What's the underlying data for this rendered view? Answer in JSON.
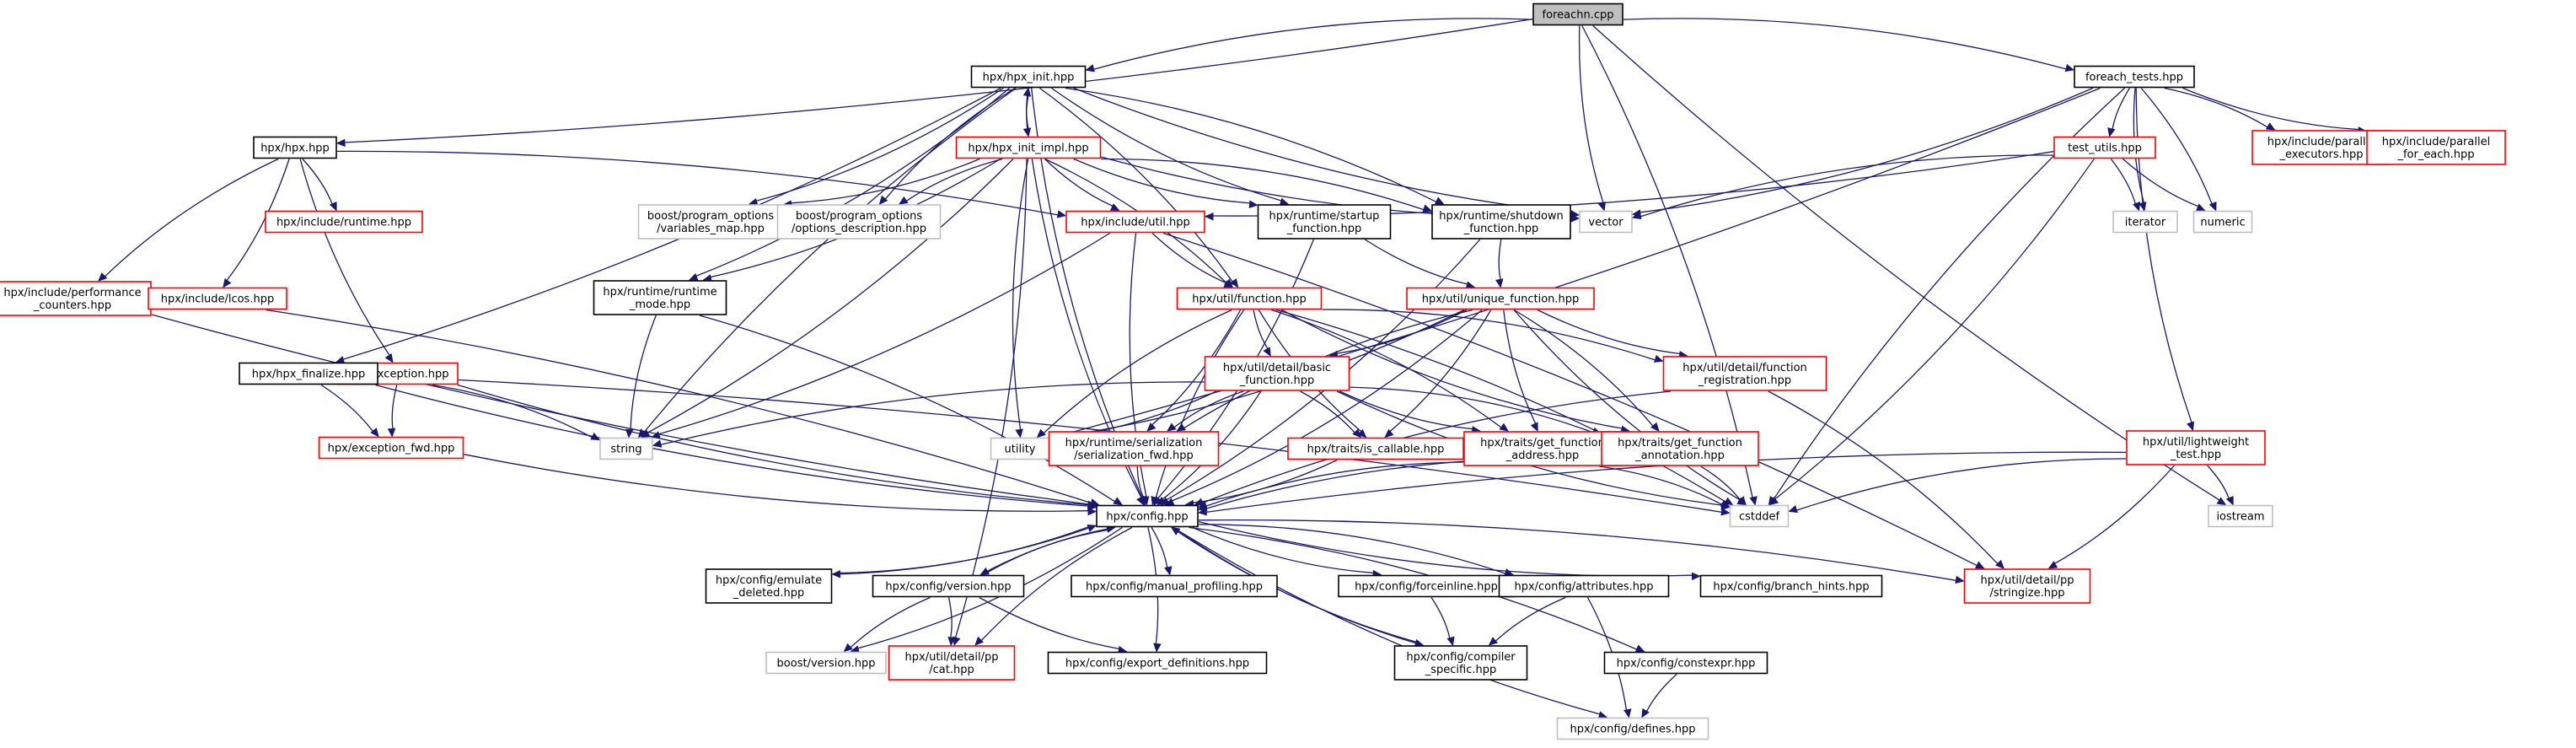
{
  "nodes": [
    {
      "id": "root",
      "lines": [
        "foreachn.cpp"
      ],
      "style": "root"
    },
    {
      "id": "hpx_hpx",
      "lines": [
        "hpx/hpx.hpp"
      ],
      "style": "black"
    },
    {
      "id": "hpx_init",
      "lines": [
        "hpx/hpx_init.hpp"
      ],
      "style": "black"
    },
    {
      "id": "foreach_tests",
      "lines": [
        "foreach_tests.hpp"
      ],
      "style": "black"
    },
    {
      "id": "hpx_init_impl",
      "lines": [
        "hpx/hpx_init_impl.hpp"
      ],
      "style": "red"
    },
    {
      "id": "vector",
      "lines": [
        "vector"
      ],
      "style": "gray"
    },
    {
      "id": "runtime_inc",
      "lines": [
        "hpx/include/runtime.hpp"
      ],
      "style": "red"
    },
    {
      "id": "perf_counters",
      "lines": [
        "hpx/include/performance",
        "_counters.hpp"
      ],
      "style": "red"
    },
    {
      "id": "lcos",
      "lines": [
        "hpx/include/lcos.hpp"
      ],
      "style": "red"
    },
    {
      "id": "exception",
      "lines": [
        "hpx/exception.hpp"
      ],
      "style": "red"
    },
    {
      "id": "hpx_finalize",
      "lines": [
        "hpx/hpx_finalize.hpp"
      ],
      "style": "black"
    },
    {
      "id": "exception_fwd",
      "lines": [
        "hpx/exception_fwd.hpp"
      ],
      "style": "red"
    },
    {
      "id": "string",
      "lines": [
        "string"
      ],
      "style": "gray"
    },
    {
      "id": "bpo_vmap",
      "lines": [
        "boost/program_options",
        "/variables_map.hpp"
      ],
      "style": "gray"
    },
    {
      "id": "bpo_desc",
      "lines": [
        "boost/program_options",
        "/options_description.hpp"
      ],
      "style": "gray"
    },
    {
      "id": "util_inc",
      "lines": [
        "hpx/include/util.hpp"
      ],
      "style": "red"
    },
    {
      "id": "runtime_mode",
      "lines": [
        "hpx/runtime/runtime",
        "_mode.hpp"
      ],
      "style": "black"
    },
    {
      "id": "startup_fn",
      "lines": [
        "hpx/runtime/startup",
        "_function.hpp"
      ],
      "style": "black"
    },
    {
      "id": "shutdown_fn",
      "lines": [
        "hpx/runtime/shutdown",
        "_function.hpp"
      ],
      "style": "black"
    },
    {
      "id": "util_function",
      "lines": [
        "hpx/util/function.hpp"
      ],
      "style": "red"
    },
    {
      "id": "unique_function",
      "lines": [
        "hpx/util/unique_function.hpp"
      ],
      "style": "red"
    },
    {
      "id": "basic_function",
      "lines": [
        "hpx/util/detail/basic",
        "_function.hpp"
      ],
      "style": "red"
    },
    {
      "id": "function_reg",
      "lines": [
        "hpx/util/detail/function",
        "_registration.hpp"
      ],
      "style": "red"
    },
    {
      "id": "utility",
      "lines": [
        "utility"
      ],
      "style": "gray"
    },
    {
      "id": "serialization_fwd",
      "lines": [
        "hpx/runtime/serialization",
        "/serialization_fwd.hpp"
      ],
      "style": "red"
    },
    {
      "id": "is_callable",
      "lines": [
        "hpx/traits/is_callable.hpp"
      ],
      "style": "red"
    },
    {
      "id": "get_fn_address",
      "lines": [
        "hpx/traits/get_function",
        "_address.hpp"
      ],
      "style": "red"
    },
    {
      "id": "get_fn_annotation",
      "lines": [
        "hpx/traits/get_function",
        "_annotation.hpp"
      ],
      "style": "red"
    },
    {
      "id": "cstddef",
      "lines": [
        "cstddef"
      ],
      "style": "gray"
    },
    {
      "id": "config",
      "lines": [
        "hpx/config.hpp"
      ],
      "style": "black"
    },
    {
      "id": "test_utils",
      "lines": [
        "test_utils.hpp"
      ],
      "style": "red"
    },
    {
      "id": "iterator",
      "lines": [
        "iterator"
      ],
      "style": "gray"
    },
    {
      "id": "numeric",
      "lines": [
        "numeric"
      ],
      "style": "gray"
    },
    {
      "id": "par_executors",
      "lines": [
        "hpx/include/parallel",
        "_executors.hpp"
      ],
      "style": "red"
    },
    {
      "id": "par_for_each",
      "lines": [
        "hpx/include/parallel",
        "_for_each.hpp"
      ],
      "style": "red"
    },
    {
      "id": "lightweight_test",
      "lines": [
        "hpx/util/lightweight",
        "_test.hpp"
      ],
      "style": "red"
    },
    {
      "id": "iostream",
      "lines": [
        "iostream"
      ],
      "style": "gray"
    },
    {
      "id": "stringize",
      "lines": [
        "hpx/util/detail/pp",
        "/stringize.hpp"
      ],
      "style": "red"
    },
    {
      "id": "emulate_deleted",
      "lines": [
        "hpx/config/emulate",
        "_deleted.hpp"
      ],
      "style": "black"
    },
    {
      "id": "cfg_version",
      "lines": [
        "hpx/config/version.hpp"
      ],
      "style": "black"
    },
    {
      "id": "manual_profiling",
      "lines": [
        "hpx/config/manual_profiling.hpp"
      ],
      "style": "black"
    },
    {
      "id": "forceinline",
      "lines": [
        "hpx/config/forceinline.hpp"
      ],
      "style": "black"
    },
    {
      "id": "attributes",
      "lines": [
        "hpx/config/attributes.hpp"
      ],
      "style": "black"
    },
    {
      "id": "branch_hints",
      "lines": [
        "hpx/config/branch_hints.hpp"
      ],
      "style": "black"
    },
    {
      "id": "boost_version",
      "lines": [
        "boost/version.hpp"
      ],
      "style": "gray"
    },
    {
      "id": "pp_cat",
      "lines": [
        "hpx/util/detail/pp",
        "/cat.hpp"
      ],
      "style": "red"
    },
    {
      "id": "export_defs",
      "lines": [
        "hpx/config/export_definitions.hpp"
      ],
      "style": "black"
    },
    {
      "id": "compiler_specific",
      "lines": [
        "hpx/config/compiler",
        "_specific.hpp"
      ],
      "style": "black"
    },
    {
      "id": "constexpr",
      "lines": [
        "hpx/config/constexpr.hpp"
      ],
      "style": "black"
    },
    {
      "id": "defines",
      "lines": [
        "hpx/config/defines.hpp"
      ],
      "style": "gray"
    }
  ],
  "edges": [
    [
      "root",
      "hpx_hpx"
    ],
    [
      "root",
      "hpx_init"
    ],
    [
      "root",
      "foreach_tests"
    ],
    [
      "root",
      "vector"
    ],
    [
      "root",
      "cstddef"
    ],
    [
      "root",
      "iostream"
    ],
    [
      "hpx_hpx",
      "runtime_inc"
    ],
    [
      "hpx_hpx",
      "perf_counters"
    ],
    [
      "hpx_hpx",
      "lcos"
    ],
    [
      "hpx_hpx",
      "exception"
    ],
    [
      "hpx_hpx",
      "util_inc"
    ],
    [
      "hpx_init",
      "hpx_init_impl"
    ],
    [
      "hpx_init",
      "hpx_finalize"
    ],
    [
      "hpx_init",
      "string"
    ],
    [
      "hpx_init",
      "bpo_vmap"
    ],
    [
      "hpx_init",
      "bpo_desc"
    ],
    [
      "hpx_init",
      "runtime_mode"
    ],
    [
      "hpx_init",
      "startup_fn"
    ],
    [
      "hpx_init",
      "shutdown_fn"
    ],
    [
      "hpx_init",
      "vector"
    ],
    [
      "hpx_init",
      "util_function"
    ],
    [
      "hpx_init",
      "config"
    ],
    [
      "hpx_init_impl",
      "hpx_init"
    ],
    [
      "hpx_init_impl",
      "util_inc"
    ],
    [
      "hpx_init_impl",
      "bpo_vmap"
    ],
    [
      "hpx_init_impl",
      "bpo_desc"
    ],
    [
      "hpx_init_impl",
      "runtime_mode"
    ],
    [
      "hpx_init_impl",
      "startup_fn"
    ],
    [
      "hpx_init_impl",
      "shutdown_fn"
    ],
    [
      "hpx_init_impl",
      "vector"
    ],
    [
      "hpx_init_impl",
      "string"
    ],
    [
      "hpx_init_impl",
      "utility"
    ],
    [
      "hpx_init_impl",
      "util_function"
    ],
    [
      "hpx_init_impl",
      "config"
    ],
    [
      "hpx_init_impl",
      "pp_cat"
    ],
    [
      "foreach_tests",
      "test_utils"
    ],
    [
      "foreach_tests",
      "par_executors"
    ],
    [
      "foreach_tests",
      "par_for_each"
    ],
    [
      "foreach_tests",
      "vector"
    ],
    [
      "foreach_tests",
      "iterator"
    ],
    [
      "foreach_tests",
      "numeric"
    ],
    [
      "foreach_tests",
      "cstddef"
    ],
    [
      "foreach_tests",
      "utility"
    ],
    [
      "foreach_tests",
      "lightweight_test"
    ],
    [
      "test_utils",
      "util_inc"
    ],
    [
      "test_utils",
      "vector"
    ],
    [
      "test_utils",
      "iterator"
    ],
    [
      "test_utils",
      "numeric"
    ],
    [
      "test_utils",
      "cstddef"
    ],
    [
      "util_inc",
      "util_function"
    ],
    [
      "util_inc",
      "string"
    ],
    [
      "util_inc",
      "config"
    ],
    [
      "util_inc",
      "stringize"
    ],
    [
      "runtime_mode",
      "string"
    ],
    [
      "runtime_mode",
      "config"
    ],
    [
      "startup_fn",
      "unique_function"
    ],
    [
      "startup_fn",
      "config"
    ],
    [
      "shutdown_fn",
      "unique_function"
    ],
    [
      "shutdown_fn",
      "config"
    ],
    [
      "util_function",
      "basic_function"
    ],
    [
      "util_function",
      "function_reg"
    ],
    [
      "util_function",
      "utility"
    ],
    [
      "util_function",
      "serialization_fwd"
    ],
    [
      "util_function",
      "is_callable"
    ],
    [
      "util_function",
      "get_fn_address"
    ],
    [
      "util_function",
      "get_fn_annotation"
    ],
    [
      "util_function",
      "cstddef"
    ],
    [
      "util_function",
      "config"
    ],
    [
      "unique_function",
      "basic_function"
    ],
    [
      "unique_function",
      "function_reg"
    ],
    [
      "unique_function",
      "utility"
    ],
    [
      "unique_function",
      "serialization_fwd"
    ],
    [
      "unique_function",
      "is_callable"
    ],
    [
      "unique_function",
      "get_fn_address"
    ],
    [
      "unique_function",
      "get_fn_annotation"
    ],
    [
      "unique_function",
      "cstddef"
    ],
    [
      "unique_function",
      "config"
    ],
    [
      "basic_function",
      "string"
    ],
    [
      "basic_function",
      "utility"
    ],
    [
      "basic_function",
      "serialization_fwd"
    ],
    [
      "basic_function",
      "is_callable"
    ],
    [
      "basic_function",
      "get_fn_address"
    ],
    [
      "basic_function",
      "get_fn_annotation"
    ],
    [
      "basic_function",
      "cstddef"
    ],
    [
      "basic_function",
      "config"
    ],
    [
      "function_reg",
      "config"
    ],
    [
      "function_reg",
      "stringize"
    ],
    [
      "serialization_fwd",
      "config"
    ],
    [
      "is_callable",
      "config"
    ],
    [
      "get_fn_address",
      "config"
    ],
    [
      "get_fn_address",
      "cstddef"
    ],
    [
      "get_fn_annotation",
      "config"
    ],
    [
      "get_fn_annotation",
      "cstddef"
    ],
    [
      "exception",
      "exception_fwd"
    ],
    [
      "exception",
      "string"
    ],
    [
      "exception",
      "config"
    ],
    [
      "exception",
      "cstddef"
    ],
    [
      "exception_fwd",
      "config"
    ],
    [
      "hpx_finalize",
      "exception_fwd"
    ],
    [
      "hpx_finalize",
      "config"
    ],
    [
      "lcos",
      "config"
    ],
    [
      "perf_counters",
      "config"
    ],
    [
      "lightweight_test",
      "iostream"
    ],
    [
      "lightweight_test",
      "cstddef"
    ],
    [
      "lightweight_test",
      "stringize"
    ],
    [
      "lightweight_test",
      "config"
    ],
    [
      "config",
      "emulate_deleted"
    ],
    [
      "config",
      "cfg_version"
    ],
    [
      "config",
      "manual_profiling"
    ],
    [
      "config",
      "forceinline"
    ],
    [
      "config",
      "attributes"
    ],
    [
      "config",
      "branch_hints"
    ],
    [
      "config",
      "boost_version"
    ],
    [
      "config",
      "pp_cat"
    ],
    [
      "config",
      "export_defs"
    ],
    [
      "config",
      "compiler_specific"
    ],
    [
      "config",
      "constexpr"
    ],
    [
      "config",
      "defines"
    ],
    [
      "config",
      "stringize"
    ],
    [
      "emulate_deleted",
      "config"
    ],
    [
      "cfg_version",
      "config"
    ],
    [
      "cfg_version",
      "boost_version"
    ],
    [
      "cfg_version",
      "pp_cat"
    ],
    [
      "cfg_version",
      "export_defs"
    ],
    [
      "forceinline",
      "compiler_specific"
    ],
    [
      "attributes",
      "compiler_specific"
    ],
    [
      "attributes",
      "defines"
    ],
    [
      "constexpr",
      "defines"
    ],
    [
      "compiler_specific",
      "config"
    ]
  ],
  "colors": {
    "edge": "#191970",
    "root_fill": "#bfbfbf",
    "red": "#ff0000",
    "gray": "#bfbfbf",
    "black": "#000000"
  }
}
